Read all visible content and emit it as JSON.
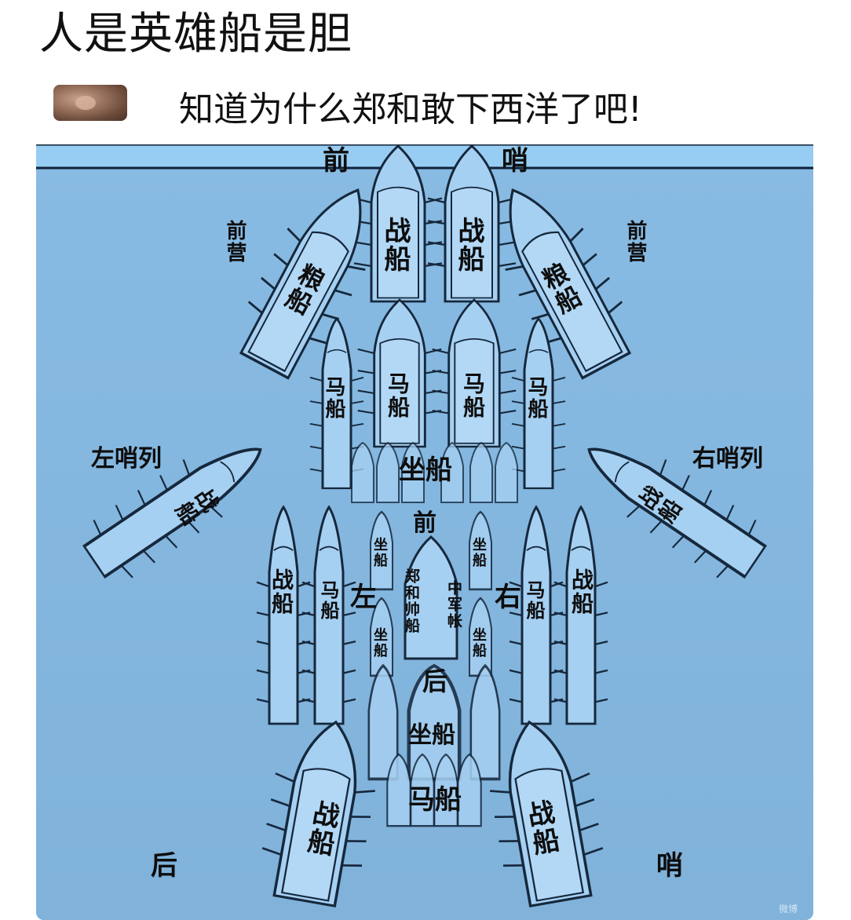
{
  "post": {
    "title": "人是英雄船是胆",
    "comment": {
      "avatar_icon": "pig-avatar",
      "text": "知道为什么郑和敢下西洋了吧!"
    }
  },
  "diagram": {
    "colors": {
      "water": "#84b6de",
      "top_band": "#97cdf2",
      "ship_fill": "#a6d0f2",
      "ship_outline": "#16283c",
      "divider": "#0f2238"
    },
    "header": {
      "left": "前",
      "right": "哨"
    },
    "labels": {
      "front_camp_left": "前营",
      "front_camp_right": "前营",
      "left_sentry_row": "左哨列",
      "right_sentry_row": "右哨列",
      "center_front": "前",
      "center_left": "左",
      "center_right": "右",
      "center_rear": "后",
      "rear_left": "后",
      "rear_right": "哨"
    },
    "ships": {
      "war_top_left": "战船",
      "war_top_right": "战船",
      "grain_left": "粮船",
      "grain_right": "粮船",
      "horse_row": [
        "马船",
        "马船",
        "马船",
        "马船"
      ],
      "seat_front": "坐船",
      "war_left_sentry": "战船",
      "war_right_sentry": "战船",
      "war_mid_left": "战船",
      "horse_mid_left": "马船",
      "horse_mid_right": "马船",
      "war_mid_right": "战船",
      "small_seat": [
        "坐船",
        "坐船",
        "坐船",
        "坐船"
      ],
      "flagship_left": "郑和帅船",
      "flagship_right": "中军帐",
      "seat_rear": "坐船",
      "horse_rear": "马船",
      "war_bottom_left": "战船",
      "war_bottom_right": "战船"
    },
    "watermark": "微博"
  }
}
